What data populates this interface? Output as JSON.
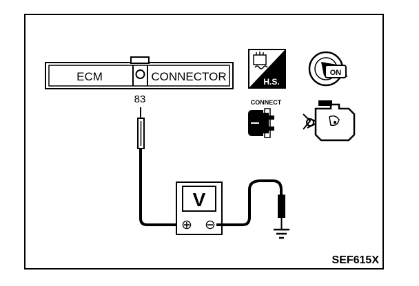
{
  "connector": {
    "left_label": "ECM",
    "right_label": "CONNECTOR",
    "pin_label": "83"
  },
  "meter": {
    "symbol": "V",
    "plus": "⊕",
    "minus": "⊖"
  },
  "icons": {
    "hot_start": {
      "name": "engine-hot-start-icon",
      "label": "H.S."
    },
    "ignition": {
      "name": "ignition-key-on-icon",
      "label": "ON"
    },
    "connect": {
      "name": "connector-connect-icon",
      "label": "CONNECT"
    },
    "engine": {
      "name": "engine-running-icon"
    },
    "ground": {
      "name": "ground-symbol-icon"
    }
  },
  "figure_code": "SEF615X",
  "colors": {
    "ink": "#000000",
    "paper": "#ffffff"
  }
}
